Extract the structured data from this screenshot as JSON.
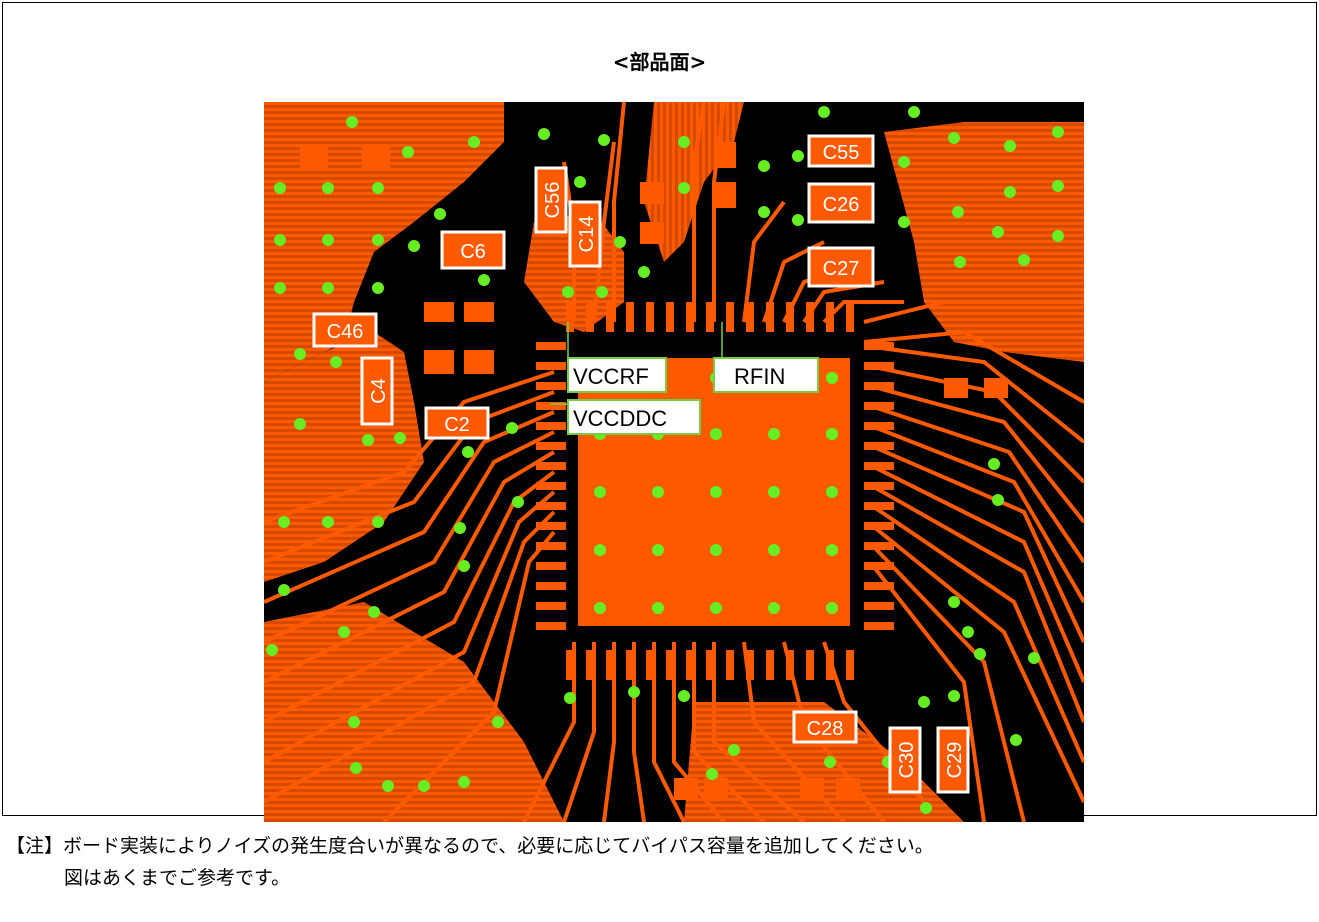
{
  "title": "<部品面>",
  "components": [
    "C55",
    "C56",
    "C26",
    "C14",
    "C6",
    "C27",
    "C46",
    "C4",
    "C2",
    "C28",
    "C30",
    "C29"
  ],
  "pins": [
    "VCCRF",
    "RFIN",
    "VCCDDC"
  ],
  "note": {
    "line1": "【注】ボード実装によりノイズの発生度合いが異なるので、必要に応じてバイパス容量を追加してください。",
    "line2": "図はあくまでご参考です。"
  },
  "colors": {
    "copper": "#ff5a00",
    "board": "#000000",
    "via": "#66ee22",
    "label_box": "#ffffff",
    "pin_box_border": "#77cc44"
  }
}
